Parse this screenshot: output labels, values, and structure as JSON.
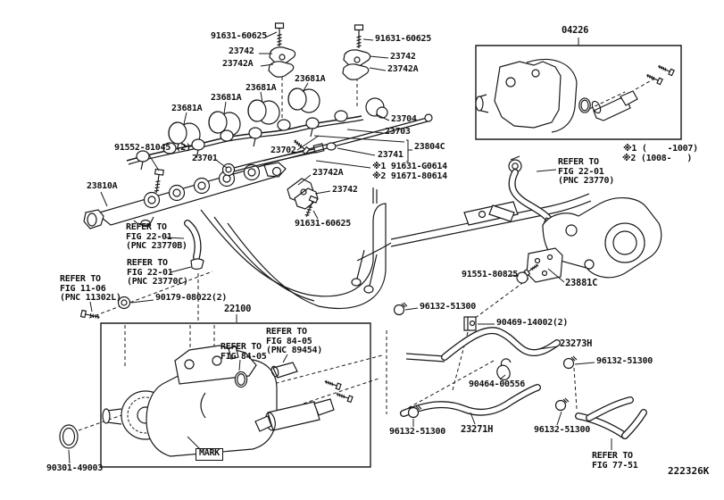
{
  "doc": {
    "figure_code": "222326K"
  },
  "parts": {
    "bolt_91631_60625": "91631-60625",
    "clamp_23742": "23742",
    "clamp_23742A": "23742A",
    "grommet_23681A": "23681A",
    "supply_pump_04226": "04226",
    "pipe_23704": "23704",
    "pipe_23703": "23703",
    "pipe_23804C": "23804C",
    "nut_23741": "23741",
    "bolt_91552_81045": "91552-81045 (2)",
    "pipe_23701": "23701",
    "harness_23702": "23702",
    "rail_23810A": "23810A",
    "bolt_note1_91631_G0614": "※1 91631-G0614",
    "bolt_note2_91671_80614": "※2 91671-80614",
    "pump_22100": "22100",
    "nut_90179_08022": "90179-08022(2)",
    "bolt_91551_80825": "91551-80825",
    "bracket_23881C": "23881C",
    "clamp_96132_51300": "96132-51300",
    "clamp_90469_14002": "90469-14002(2)",
    "hose_23273H": "23273H",
    "clamp_90464_00556": "90464-00556",
    "hose_23271H": "23271H",
    "oring_90301_49003": "90301-49003",
    "mark_label": "MARK"
  },
  "notes": {
    "applicability_1": "※1 (    -1007)",
    "applicability_2": "※2 (1008-   )"
  },
  "references": {
    "fig_22_01_pnc_23770": "REFER TO\nFIG 22-01\n(PNC 23770)",
    "fig_22_01_pnc_23770B": "REFER TO\nFIG 22-01\n(PNC 23770B)",
    "fig_22_01_pnc_23770C": "REFER TO\nFIG 22-01\n(PNC 23770C)",
    "fig_11_06_pnc_11302L": "REFER TO\nFIG 11-06\n(PNC 11302L)",
    "fig_84_05_pnc_89454": "REFER TO\nFIG 84-05\n(PNC 89454)",
    "fig_84_05": "REFER TO\nFIG 84-05",
    "fig_77_51": "REFER TO\nFIG 77-51"
  },
  "colors": {
    "line": "#1a1a1a",
    "background": "#ffffff"
  }
}
